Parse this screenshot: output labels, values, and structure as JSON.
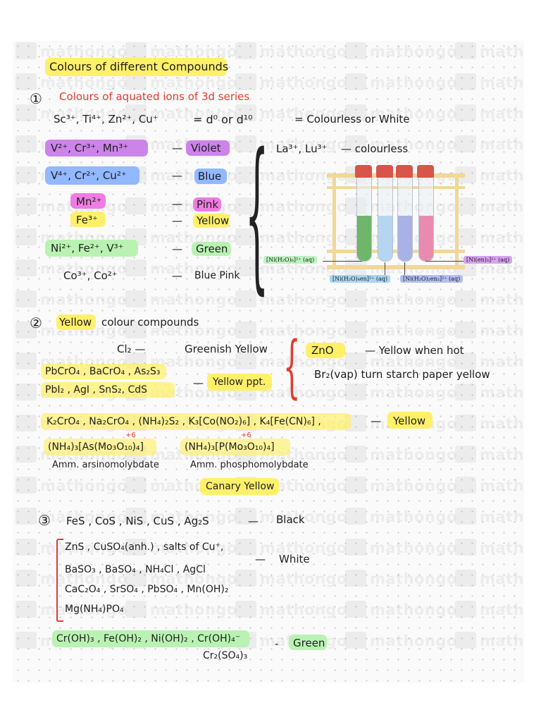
{
  "watermark": "mathongo",
  "title": "Colours of different Compounds",
  "s1": {
    "num": "①",
    "heading": "Colours of aquated ions of 3d series",
    "line0_left": "Sc³⁺, Ti⁴⁺, Zn²⁺, Cu⁺",
    "line0_mid": "=  d⁰ or d¹⁰",
    "line0_right": "=  Colourless or White",
    "rows": [
      {
        "ions": "V²⁺, Cr³⁺, Mn³⁺",
        "colour": "Violet"
      },
      {
        "ions": "V⁴⁺, Cr²⁺, Cu²⁺",
        "colour": "Blue"
      },
      {
        "ions": "Mn²⁺",
        "colour": "Pink"
      },
      {
        "ions": "Fe³⁺",
        "colour": "Yellow"
      },
      {
        "ions": "Ni²⁺, Fe²⁺, V³⁺",
        "colour": "Green"
      },
      {
        "ions": "Co³⁺, Co²⁺",
        "colour": "Blue Pink"
      }
    ],
    "dash": "—",
    "la_lu": "La³⁺, Lu³⁺",
    "la_lu_colour": "— colourless",
    "fig_labels": {
      "a": "[Ni(H₂O)₆]²⁺ (aq)",
      "b": "[Ni(en)₃]²⁺ (aq)",
      "c": "[Ni(H₂O)₄en]²⁺ (aq)",
      "d": "[Ni(H₂O)₂en₂]²⁺ (aq)"
    },
    "tube_colors": [
      "#6fb56a",
      "#b6d5f0",
      "#a9b2e6",
      "#e98bb0"
    ]
  },
  "s2": {
    "num": "②",
    "heading": "Yellow",
    "heading_rest": "colour compounds",
    "cl2": "Cl₂   —",
    "cl2_colour": "Greenish Yellow",
    "ppt_line1": "PbCrO₄ , BaCrO₄ , As₂S₃",
    "ppt_line2": "PbI₂ , AgI , SnS₂, CdS",
    "ppt_dash": "—",
    "ppt_label": "Yellow ppt.",
    "zno": "ZnO",
    "zno_text": "—   Yellow when hot",
    "br2": "Br₂(vap)  turn starch paper yellow",
    "long_line": "K₂CrO₄ , Na₂CrO₄ , (NH₄)₂S₂ , K₃[Co(NO₂)₆] , K₄[Fe(CN)₆] ,",
    "long_dash": "—",
    "long_colour": "Yellow",
    "ox1": "+6",
    "ox2": "+6",
    "arseno": "(NH₄)₃[As(Mo₃O₁₀)₄]",
    "phospho": "(NH₄)₃[P(Mo₃O₁₀)₄]",
    "arseno_name": "Amm. arsinomolybdate",
    "phospho_name": "Amm. phosphomolybdate",
    "canary": "Canary Yellow"
  },
  "s3": {
    "num": "③",
    "black_line": "FeS , CoS , NiS , CuS , Ag₂S",
    "black_dash": "—",
    "black": "Black",
    "white_lines": [
      "ZnS , CuSO₄(anh.) , salts of Cu⁺,",
      "BaSO₃ , BaSO₄ , NH₄Cl , AgCl",
      "CaC₂O₄ , SrSO₄ , PbSO₄ , Mn(OH)₂",
      "Mg(NH₄)PO₄"
    ],
    "white_dash": "—",
    "white": "White",
    "green_line": "Cr(OH)₃ , Fe(OH)₂ , Ni(OH)₂ , Cr(OH)₄⁻",
    "green_line2": "Cr₂(SO₄)₃",
    "green_dash": "-",
    "green": "Green"
  }
}
